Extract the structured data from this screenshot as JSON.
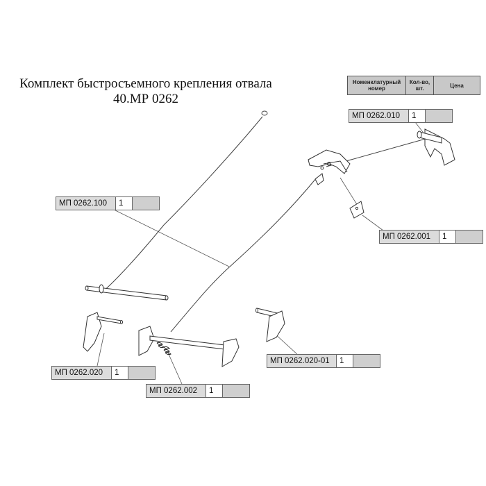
{
  "title": {
    "line1": "Комплект быстросъемного крепления отвала",
    "line2": "40.МР 0262"
  },
  "table_header": {
    "col_name": "Номенклатурный номер",
    "col_qty": "Кол-во, шт.",
    "col_price": "Цена"
  },
  "parts": [
    {
      "code": "МП 0262.010",
      "qty": "1",
      "price": ""
    },
    {
      "code": "МП 0262.100",
      "qty": "1",
      "price": ""
    },
    {
      "code": "МП 0262.001",
      "qty": "1",
      "price": ""
    },
    {
      "code": "МП 0262.020-01",
      "qty": "1",
      "price": ""
    },
    {
      "code": "МП 0262.020",
      "qty": "1",
      "price": ""
    },
    {
      "code": "МП 0262.002",
      "qty": "1",
      "price": ""
    }
  ]
}
